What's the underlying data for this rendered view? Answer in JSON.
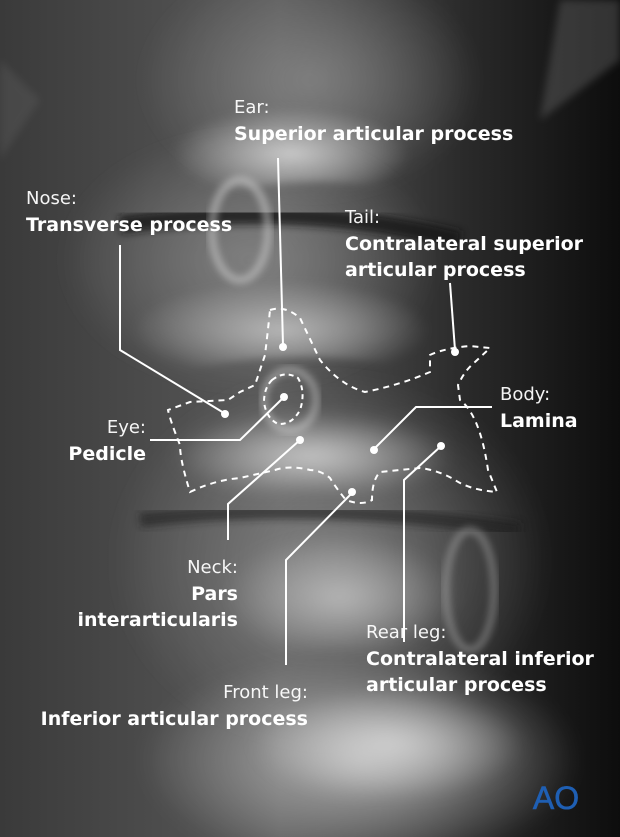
{
  "labels": {
    "ear": {
      "category": "Ear:",
      "term": "Superior articular process"
    },
    "nose": {
      "category": "Nose:",
      "term": "Transverse process"
    },
    "tail": {
      "category": "Tail:",
      "term_line1": "Contralateral superior",
      "term_line2": "articular process"
    },
    "eye": {
      "category": "Eye:",
      "term": "Pedicle"
    },
    "body": {
      "category": "Body:",
      "term": "Lamina"
    },
    "neck": {
      "category": "Neck:",
      "term_line1": "Pars",
      "term_line2": "interarticularis"
    },
    "rear_leg": {
      "category": "Rear leg:",
      "term_line1": "Contralateral inferior",
      "term_line2": "articular process"
    },
    "front_leg": {
      "category": "Front leg:",
      "term": "Inferior articular process"
    }
  },
  "logo": {
    "text": "AO",
    "color": "#1f5fb3"
  },
  "colors": {
    "annotation": "#ffffff",
    "background": "#1a1a1a"
  }
}
